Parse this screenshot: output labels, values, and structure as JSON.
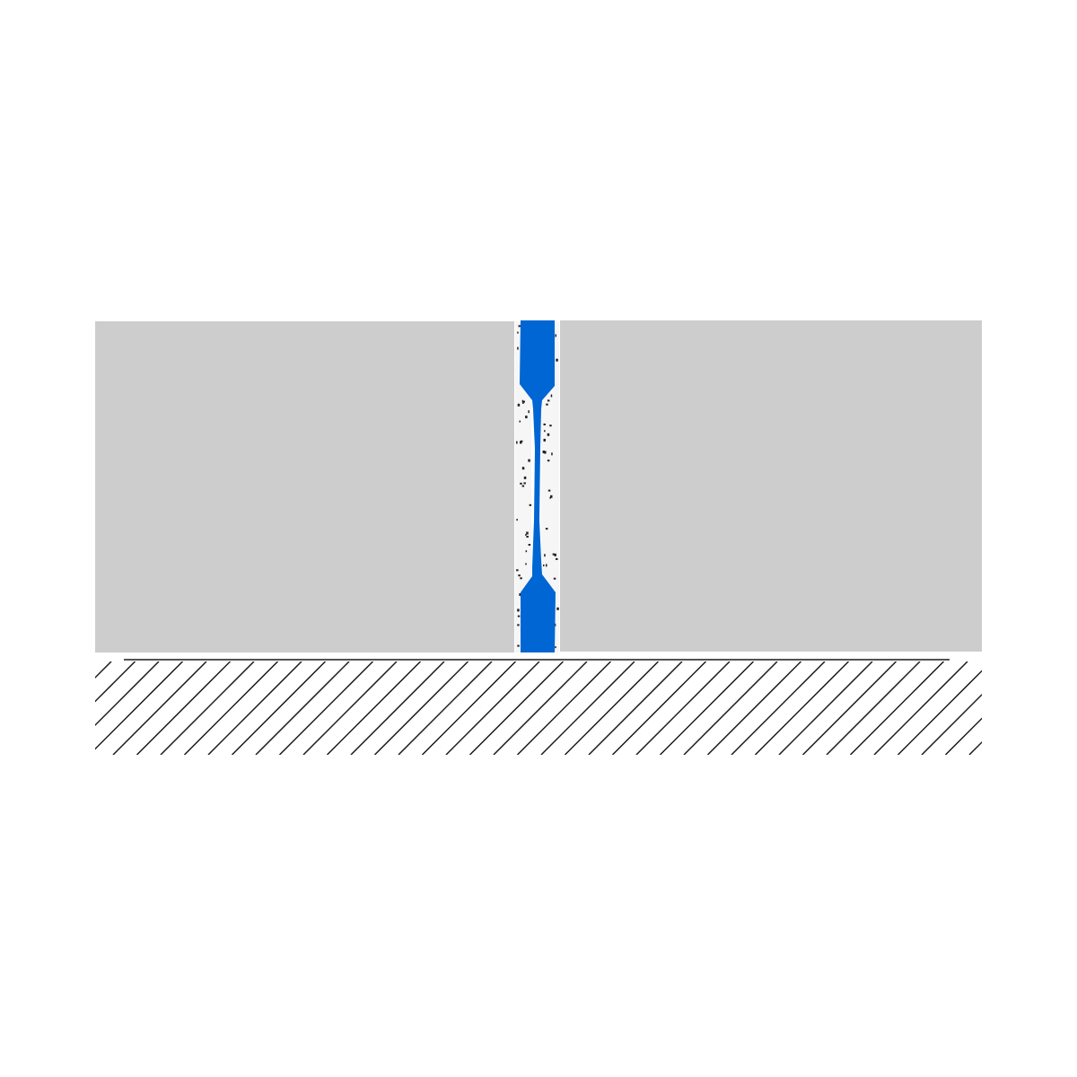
{
  "diagram": {
    "type": "cross-section",
    "labels": [],
    "colors": {
      "background": "#ffffff",
      "panel": "#cdcdcd",
      "profile": "#0066d3",
      "sealant_fill": "#f4f4f4",
      "sealant_speckle": "#222222",
      "substrate_hatch": "#1a1a1a"
    },
    "components": [
      {
        "name": "left-panel"
      },
      {
        "name": "right-panel"
      },
      {
        "name": "expansion-joint-profile"
      },
      {
        "name": "sealant-filler"
      },
      {
        "name": "substrate-hatch"
      }
    ]
  }
}
